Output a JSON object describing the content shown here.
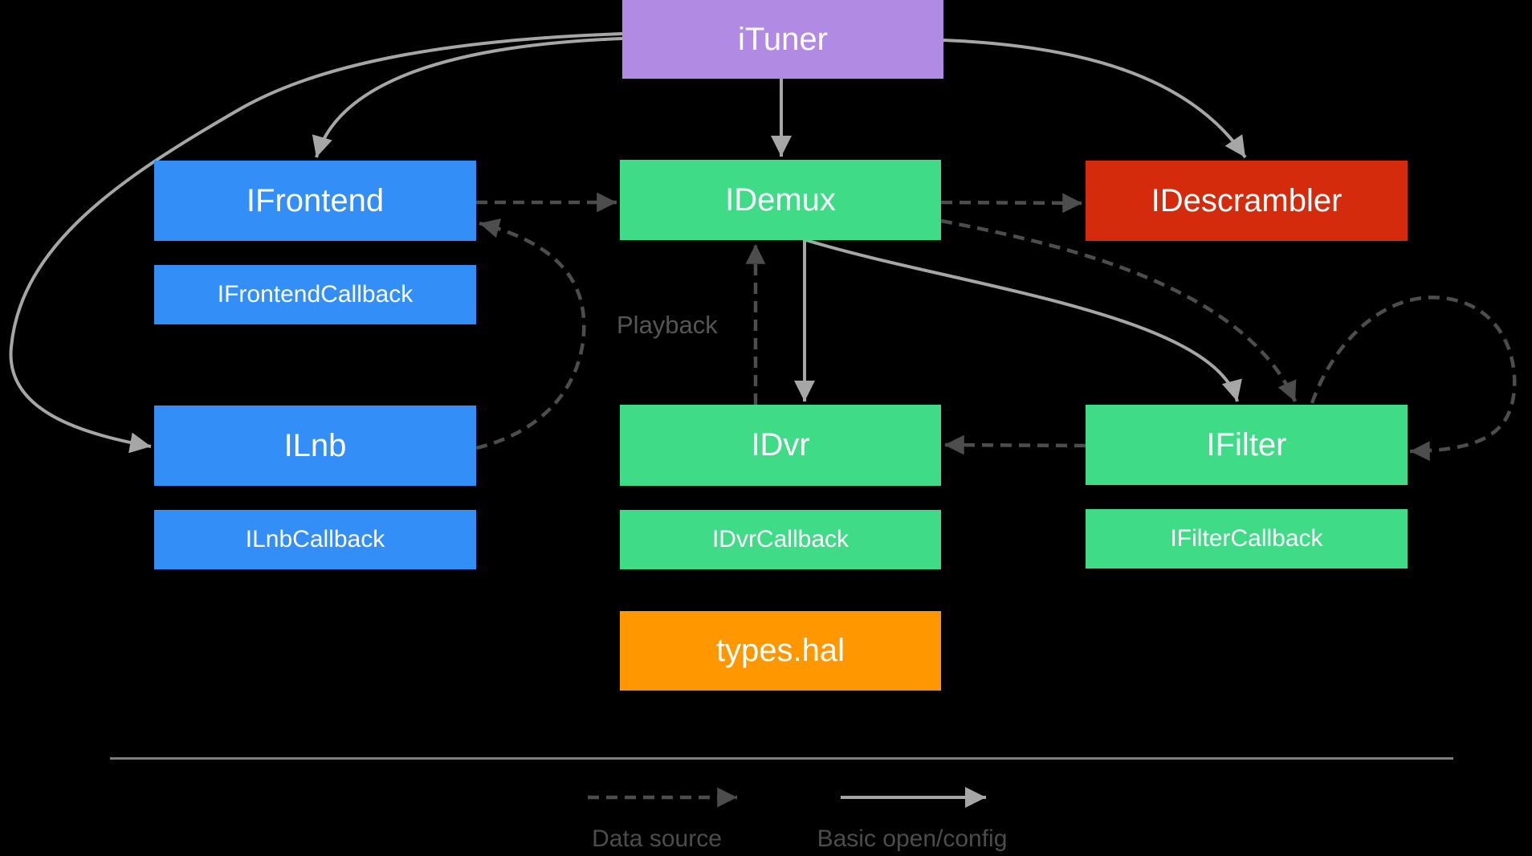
{
  "nodes": {
    "ituner": {
      "label": "iTuner",
      "color": "#b18ae3"
    },
    "ifrontend": {
      "label": "IFrontend",
      "color": "#338ef7"
    },
    "ifrontend_callback": {
      "label": "IFrontendCallback",
      "color": "#338ef7"
    },
    "ilnb": {
      "label": "ILnb",
      "color": "#338ef7"
    },
    "ilnb_callback": {
      "label": "ILnbCallback",
      "color": "#338ef7"
    },
    "idemux": {
      "label": "IDemux",
      "color": "#3fdb86"
    },
    "idvr": {
      "label": "IDvr",
      "color": "#3fdb86"
    },
    "idvr_callback": {
      "label": "IDvrCallback",
      "color": "#3fdb86"
    },
    "idescrambler": {
      "label": "IDescrambler",
      "color": "#d52b0d"
    },
    "ifilter": {
      "label": "IFilter",
      "color": "#3fdb86"
    },
    "ifilter_callback": {
      "label": "IFilterCallback",
      "color": "#3fdb86"
    },
    "types_hal": {
      "label": "types.hal",
      "color": "#ff9800"
    }
  },
  "annotations": {
    "playback": "Playback"
  },
  "legend": {
    "items": [
      {
        "style": "dashed",
        "label": "Data source"
      },
      {
        "style": "solid",
        "label": "Basic open/config"
      }
    ]
  },
  "edges": [
    {
      "from": "ituner",
      "to": "ifrontend",
      "style": "solid"
    },
    {
      "from": "ituner",
      "to": "idemux",
      "style": "solid"
    },
    {
      "from": "ituner",
      "to": "idescrambler",
      "style": "solid"
    },
    {
      "from": "ituner",
      "to": "ilnb",
      "style": "solid"
    },
    {
      "from": "idemux",
      "to": "idvr",
      "style": "solid"
    },
    {
      "from": "idemux",
      "to": "ifilter",
      "style": "solid"
    },
    {
      "from": "ifrontend",
      "to": "idemux",
      "style": "dashed"
    },
    {
      "from": "idemux",
      "to": "idescrambler",
      "style": "dashed"
    },
    {
      "from": "idemux",
      "to": "ifilter",
      "style": "dashed"
    },
    {
      "from": "ifilter",
      "to": "ifilter",
      "style": "dashed"
    },
    {
      "from": "ifilter",
      "to": "idvr",
      "style": "dashed"
    },
    {
      "from": "idvr",
      "to": "idemux",
      "style": "dashed",
      "label": "Playback"
    },
    {
      "from": "ilnb",
      "to": "ifrontend",
      "style": "dashed"
    }
  ],
  "colors": {
    "background": "#000000",
    "solid_arrow": "#a6a6a6",
    "dashed_arrow": "#4d4d4d",
    "divider": "#7d7d7d",
    "node_text": "#ffffff",
    "annotation_text": "#555555",
    "legend_text": "#4c4c4c"
  }
}
